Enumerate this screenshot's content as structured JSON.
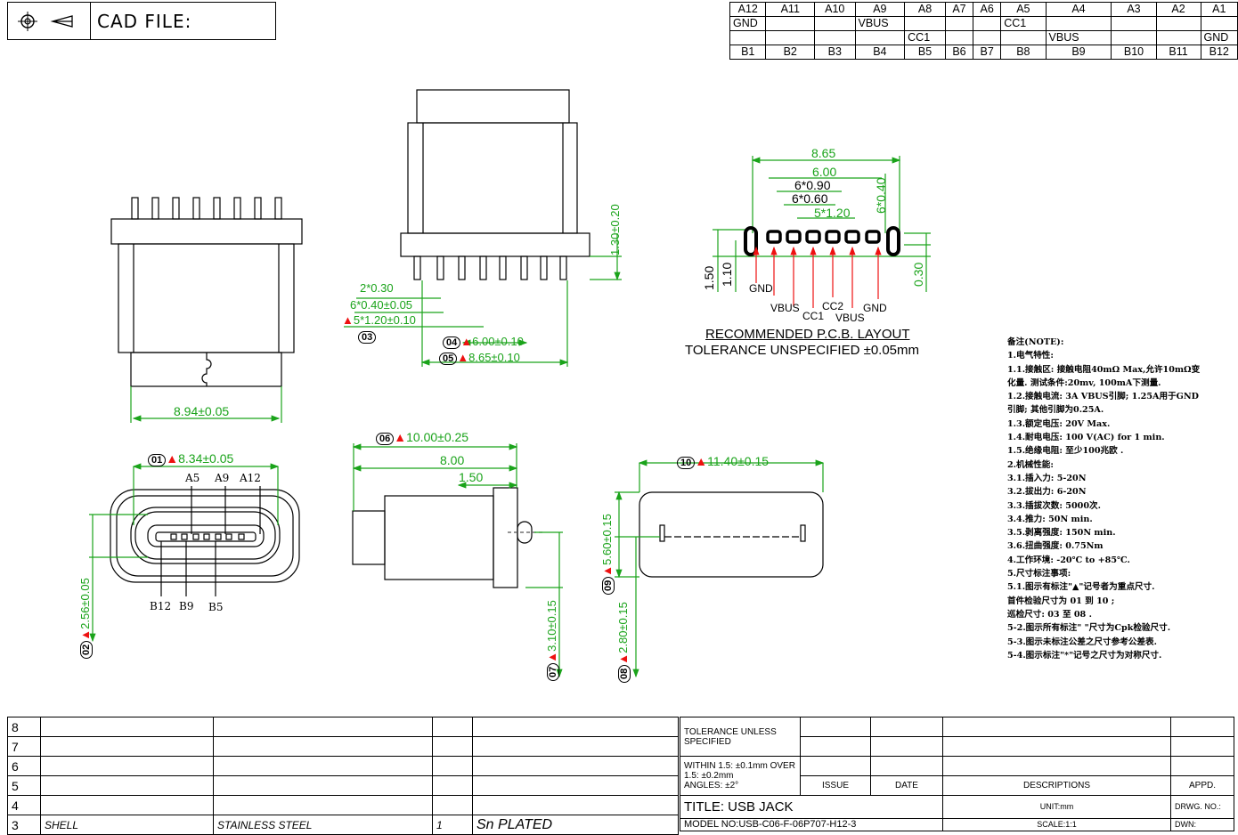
{
  "header": {
    "cad_file_label": "CAD FILE:",
    "icons": [
      "projection-symbol-icon",
      "cone-symbol-icon"
    ]
  },
  "pin_table": {
    "top_pins": [
      "A12",
      "A11",
      "A10",
      "A9",
      "A8",
      "A7",
      "A6",
      "A5",
      "A4",
      "A3",
      "A2",
      "A1"
    ],
    "top_signals": [
      "GND",
      "",
      "",
      "VBUS",
      "",
      "",
      "",
      "CC1",
      "",
      "",
      "",
      ""
    ],
    "bottom_signals": [
      "",
      "",
      "",
      "",
      "CC1",
      "",
      "",
      "",
      "VBUS",
      "",
      "",
      "GND"
    ],
    "bottom_pins": [
      "B1",
      "B2",
      "B3",
      "B4",
      "B5",
      "B6",
      "B7",
      "B8",
      "B9",
      "B10",
      "B11",
      "B12"
    ]
  },
  "dims": {
    "side_height": "1.30±0.20",
    "side_pitch": "2*0.30",
    "side_width": "6*0.40±0.05",
    "side_pitch2": "5*1.20±0.10",
    "tag03": "03",
    "tag04": "04",
    "dim04": "6.00±0.10",
    "tag05": "05",
    "dim05": "8.65±0.10",
    "front_width": "8.94±0.05",
    "pcb_865": "8.65",
    "pcb_600": "6.00",
    "pcb_090": "6*0.90",
    "pcb_060": "6*0.60",
    "pcb_120": "5*1.20",
    "pcb_040": "6*0.40",
    "pcb_150": "1.50",
    "pcb_110": "1.10",
    "pcb_030": "0.30",
    "pcb_gnd1": "GND",
    "pcb_vbus1": "VBUS",
    "pcb_cc1": "CC1",
    "pcb_cc2": "CC2",
    "pcb_vbus2": "VBUS",
    "pcb_gnd2": "GND",
    "pcb_title": "RECOMMENDED   P.C.B.  LAYOUT",
    "pcb_tol": "TOLERANCE  UNSPECIFIED  ±0.05mm",
    "tag01": "01",
    "dim01": "8.34±0.05",
    "lbl_a5": "A5",
    "lbl_a9": "A9",
    "lbl_a12": "A12",
    "lbl_b12": "B12",
    "lbl_b9": "B9",
    "lbl_b5": "B5",
    "tag02": "02",
    "dim02": "2.56±0.05",
    "tag06": "06",
    "dim06": "10.00±0.25",
    "dim_800": "8.00",
    "dim_150": "1.50",
    "tag07": "07",
    "dim07": "3.10±0.15",
    "tag10": "10",
    "dim10": "11.40±0.15",
    "tag09": "09",
    "dim09": "5.60±0.15",
    "tag08": "08",
    "dim08": "2.80±0.15"
  },
  "notes": [
    "备注(NOTE):",
    "1.电气特性:",
    "1.1.接触区: 接触电阻40mΩ Max,允许10mΩ变",
    "      化量. 测试条件:20mv, 100mA下测量.",
    "1.2.接触电流: 3A VBUS引脚; 1.25A用于GND",
    "      引脚; 其他引脚为0.25A.",
    "1.3.额定电压: 20V Max.",
    "1.4.耐电电压: 100 V(AC) for 1 min.",
    "1.5.绝缘电阻: 至少100兆欧 .",
    "2.机械性能:",
    "3.1.插入力: 5-20N",
    "3.2.拔出力: 6-20N",
    "3.3.插拔次数: 5000次.",
    "3.4.推力: 50N min.",
    "3.5.剥离强度: 150N min.",
    "3.6.扭曲强度: 0.75Nm",
    "4.工作环境: -20℃ to +85℃.",
    "5.尺寸标注事项:",
    "5.1.图示有标注\"▲\"记号者为重点尺寸.",
    "      首件检验尺寸为 01 到 10 ;",
    "      巡检尺寸: 03  至 08 .",
    "5-2.图示所有标注\"   \"尺寸为Cpk检验尺寸.",
    "5-3.图示未标注公差之尺寸参考公差表.",
    "5-4.图示标注\"*\"记号之尺寸为对称尺寸."
  ],
  "bom": {
    "rows": [
      {
        "no": "8",
        "name": "",
        "material": "",
        "qty": "",
        "finish": ""
      },
      {
        "no": "7",
        "name": "",
        "material": "",
        "qty": "",
        "finish": ""
      },
      {
        "no": "6",
        "name": "",
        "material": "",
        "qty": "",
        "finish": ""
      },
      {
        "no": "5",
        "name": "",
        "material": "",
        "qty": "",
        "finish": ""
      },
      {
        "no": "4",
        "name": "",
        "material": "",
        "qty": "",
        "finish": ""
      },
      {
        "no": "3",
        "name": "SHELL",
        "material": "STAINLESS STEEL",
        "qty": "1",
        "finish": "Sn  PLATED"
      }
    ]
  },
  "revision": {
    "tol_title": "TOLERANCE UNLESS SPECIFIED",
    "tol_within": "WITHIN 1.5: ±0.1mm OVER 1.5:  ±0.2mm",
    "tol_angles": "ANGLES: ±2°",
    "issue": "ISSUE",
    "date": "DATE",
    "descriptions": "DESCRIPTIONS",
    "appd": "APPD.",
    "title_label": "TITLE:  USB JACK",
    "unit_label": "UNIT:mm",
    "drwg_label": "DRWG. NO.:",
    "model_label": "MODEL NO:USB-C06-F-06P707-H12-3",
    "scale_label": "SCALE:1:1",
    "dwn_label": "DWN:"
  },
  "colors": {
    "dimension": "#1aa31a",
    "key_mark": "#e11111",
    "pad": "#000000",
    "arrow": "#e11111"
  }
}
